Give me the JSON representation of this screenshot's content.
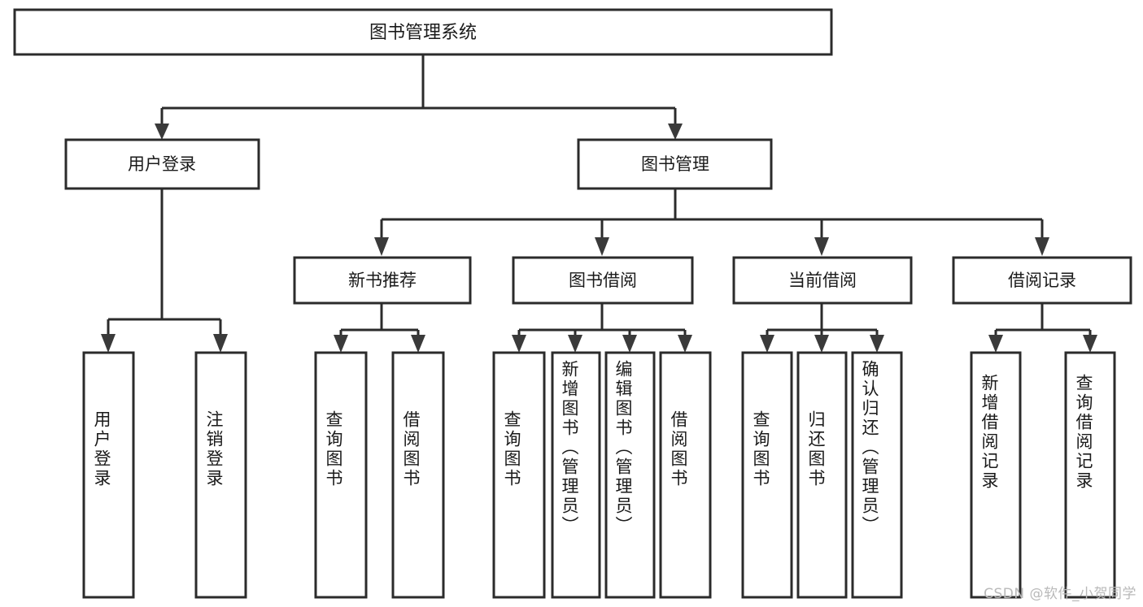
{
  "diagram": {
    "type": "tree",
    "title": "图书管理系统",
    "watermark": "CSDN @软件_小贺同学",
    "colors": {
      "box_stroke": "#2b2b2b",
      "box_fill": "#ffffff",
      "text": "#1a1a1a",
      "connector": "#2b2b2b",
      "watermark": "#b9b9b9",
      "background": "#ffffff"
    },
    "root": {
      "label": "图书管理系统"
    },
    "level1": [
      {
        "label": "用户登录"
      },
      {
        "label": "图书管理"
      }
    ],
    "level2": [
      {
        "label": "新书推荐"
      },
      {
        "label": "图书借阅"
      },
      {
        "label": "当前借阅"
      },
      {
        "label": "借阅记录"
      }
    ],
    "leaves": {
      "user_login": [
        {
          "label": "用户登录"
        },
        {
          "label": "注销登录"
        }
      ],
      "new_book_recommend": [
        {
          "label": "查询图书"
        },
        {
          "label": "借阅图书"
        }
      ],
      "book_borrow": [
        {
          "label": "查询图书"
        },
        {
          "label": "新增图书（管理员）"
        },
        {
          "label": "编辑图书（管理员）"
        },
        {
          "label": "借阅图书"
        }
      ],
      "current_borrow": [
        {
          "label": "查询图书"
        },
        {
          "label": "归还图书"
        },
        {
          "label": "确认归还（管理员）"
        }
      ],
      "borrow_record": [
        {
          "label": "新增借阅记录"
        },
        {
          "label": "查询借阅记录"
        }
      ]
    }
  }
}
